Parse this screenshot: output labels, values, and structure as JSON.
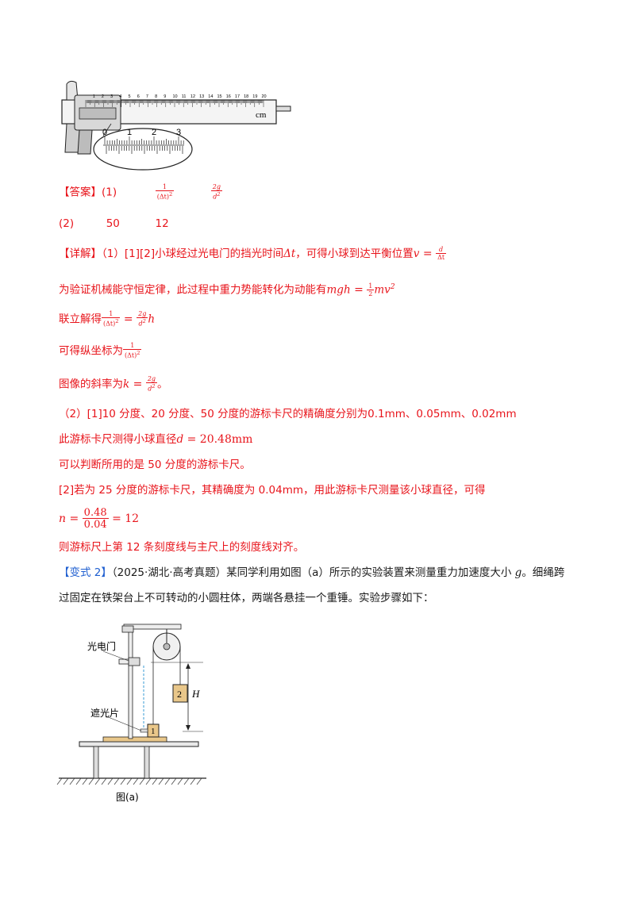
{
  "caliper": {
    "main_scale_ticks": [
      "1",
      "2",
      "3",
      "4",
      "5",
      "6",
      "7",
      "8",
      "9",
      "10",
      "11",
      "12",
      "13",
      "14",
      "15",
      "16",
      "17",
      "18",
      "19",
      "20"
    ],
    "unit_label": "cm",
    "zoom_ticks": [
      "0",
      "1",
      "2",
      "3"
    ]
  },
  "answer": {
    "label": "【答案】(1)",
    "frac1_num": "1",
    "frac1_den": "(Δt)",
    "frac1_den_sup": "2",
    "frac2_num": "2g",
    "frac2_den": "d",
    "frac2_den_sup": "2",
    "row2_label": "(2)",
    "row2_val1": "50",
    "row2_val2": "12"
  },
  "detail": {
    "label": "【详解】",
    "l1_text": "（1）[1][2]小球经过光电门的挡光时间",
    "l1_dt": "Δt",
    "l1_text2": "，可得小球到达平衡位置",
    "l1_v": "v",
    "l1_eq": " = ",
    "l1_frac_num": "d",
    "l1_frac_den": "Δt",
    "l2_text": "为验证机械能守恒定律，此过程中重力势能转化为动能有",
    "l2_mgh": "mgh",
    "l2_eq": " = ",
    "l2_half_num": "1",
    "l2_half_den": "2",
    "l2_mv": "mv",
    "l2_sup": "2",
    "l3_text": "联立解得",
    "l3_frac_num": "1",
    "l3_frac_den": "(Δt)",
    "l3_frac_den_sup": "2",
    "l3_eq": " = ",
    "l3_frac2_num": "2g",
    "l3_frac2_den": "d",
    "l3_frac2_den_sup": "2",
    "l3_h": "h",
    "l4_text": "可得纵坐标为",
    "l4_frac_num": "1",
    "l4_frac_den": "(Δt)",
    "l4_frac_den_sup": "2",
    "l5_text": "图像的斜率为",
    "l5_k": "k",
    "l5_eq": " = ",
    "l5_frac_num": "2g",
    "l5_frac_den": "d",
    "l5_frac_den_sup": "2",
    "l5_end": "。",
    "l6_text": "（2）[1]10 分度、20 分度、50 分度的游标卡尺的精确度分别为0.1mm、0.05mm、0.02mm",
    "l7_text": "此游标卡尺测得小球直径",
    "l7_d": "d",
    "l7_val": " = 20.48mm",
    "l8_text": "可以判断所用的是 50 分度的游标卡尺。",
    "l9_text": "[2]若为 25 分度的游标卡尺，其精确度为 0.04mm，用此游标卡尺测量该小球直径，可得",
    "l10_n": "n",
    "l10_eq": " = ",
    "l10_frac_num": "0.48",
    "l10_frac_den": "0.04",
    "l10_result": " = 12",
    "l11_text": "则游标尺上第 12 条刻度线与主尺上的刻度线对齐。"
  },
  "variant": {
    "label": "【变式 2】",
    "text1": "（2025·湖北·高考真题）某同学利用如图（a）所示的实验装置来测量重力加速度大小 ",
    "g": "g",
    "text1_end": "。细绳跨",
    "text2": "过固定在铁架台上不可转动的小圆柱体，两端各悬挂一个重锤。实验步骤如下："
  },
  "figure_a": {
    "label_gate": "光电门",
    "label_shade": "遮光片",
    "weight1": "1",
    "weight2": "2",
    "height_label": "H",
    "caption": "图(a)"
  },
  "colors": {
    "accent_red": "#e8141b",
    "label_blue": "#1f5fd0"
  }
}
